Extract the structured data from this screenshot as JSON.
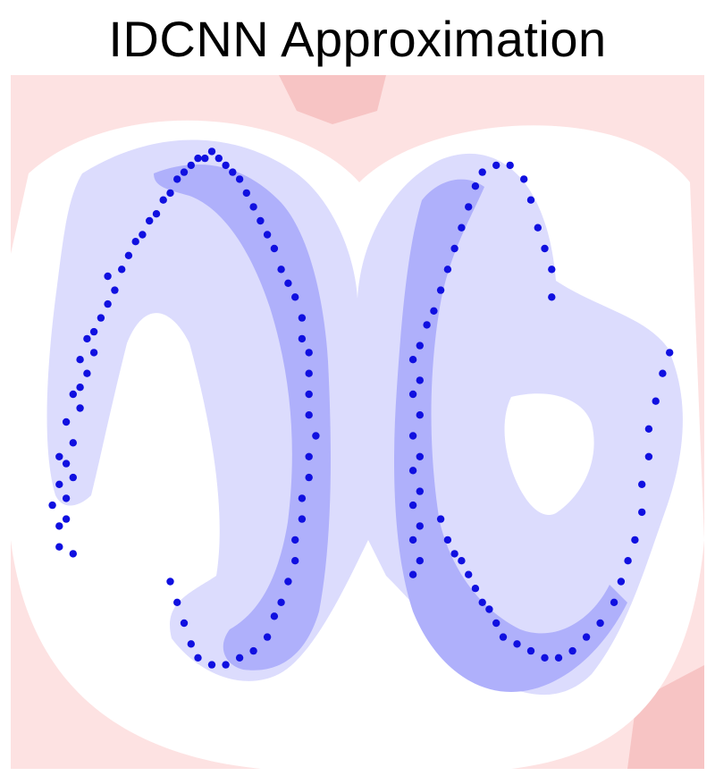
{
  "chart_data": {
    "type": "scatter",
    "title": "IDCNN Approximation",
    "xlabel": "",
    "ylabel": "",
    "grid": false,
    "legend": "none",
    "colors": {
      "points": "#1010e0",
      "fill_positive_inner": "#afb0fb",
      "fill_positive_outer": "#dcdcfd",
      "fill_negative_outer": "#fde2e2",
      "fill_negative_inner": "#f7c4c4",
      "background": "#ffffff"
    },
    "series": [
      {
        "values_note": "",
        "points": [
          [
            0.07,
            0.32
          ],
          [
            0.09,
            0.31
          ],
          [
            0.07,
            0.35
          ],
          [
            0.08,
            0.36
          ],
          [
            0.06,
            0.38
          ],
          [
            0.08,
            0.39
          ],
          [
            0.07,
            0.41
          ],
          [
            0.09,
            0.42
          ],
          [
            0.08,
            0.44
          ],
          [
            0.07,
            0.45
          ],
          [
            0.09,
            0.47
          ],
          [
            0.08,
            0.5
          ],
          [
            0.1,
            0.52
          ],
          [
            0.09,
            0.54
          ],
          [
            0.1,
            0.55
          ],
          [
            0.11,
            0.57
          ],
          [
            0.1,
            0.59
          ],
          [
            0.12,
            0.6
          ],
          [
            0.11,
            0.62
          ],
          [
            0.12,
            0.63
          ],
          [
            0.13,
            0.65
          ],
          [
            0.14,
            0.67
          ],
          [
            0.15,
            0.69
          ],
          [
            0.14,
            0.71
          ],
          [
            0.16,
            0.72
          ],
          [
            0.17,
            0.74
          ],
          [
            0.18,
            0.76
          ],
          [
            0.19,
            0.77
          ],
          [
            0.2,
            0.79
          ],
          [
            0.21,
            0.8
          ],
          [
            0.22,
            0.82
          ],
          [
            0.23,
            0.83
          ],
          [
            0.24,
            0.85
          ],
          [
            0.25,
            0.86
          ],
          [
            0.26,
            0.87
          ],
          [
            0.27,
            0.88
          ],
          [
            0.28,
            0.88
          ],
          [
            0.29,
            0.89
          ],
          [
            0.3,
            0.88
          ],
          [
            0.31,
            0.87
          ],
          [
            0.32,
            0.86
          ],
          [
            0.33,
            0.85
          ],
          [
            0.34,
            0.83
          ],
          [
            0.35,
            0.81
          ],
          [
            0.36,
            0.79
          ],
          [
            0.37,
            0.77
          ],
          [
            0.38,
            0.75
          ],
          [
            0.39,
            0.72
          ],
          [
            0.4,
            0.7
          ],
          [
            0.41,
            0.68
          ],
          [
            0.42,
            0.65
          ],
          [
            0.42,
            0.62
          ],
          [
            0.43,
            0.6
          ],
          [
            0.43,
            0.57
          ],
          [
            0.43,
            0.54
          ],
          [
            0.43,
            0.51
          ],
          [
            0.44,
            0.48
          ],
          [
            0.43,
            0.45
          ],
          [
            0.43,
            0.42
          ],
          [
            0.42,
            0.39
          ],
          [
            0.42,
            0.36
          ],
          [
            0.41,
            0.33
          ],
          [
            0.41,
            0.3
          ],
          [
            0.4,
            0.27
          ],
          [
            0.39,
            0.24
          ],
          [
            0.38,
            0.22
          ],
          [
            0.37,
            0.19
          ],
          [
            0.35,
            0.17
          ],
          [
            0.33,
            0.16
          ],
          [
            0.31,
            0.15
          ],
          [
            0.29,
            0.15
          ],
          [
            0.27,
            0.16
          ],
          [
            0.26,
            0.18
          ],
          [
            0.25,
            0.21
          ],
          [
            0.24,
            0.24
          ],
          [
            0.23,
            0.27
          ],
          [
            0.58,
            0.28
          ],
          [
            0.59,
            0.3
          ],
          [
            0.58,
            0.33
          ],
          [
            0.59,
            0.35
          ],
          [
            0.58,
            0.38
          ],
          [
            0.59,
            0.4
          ],
          [
            0.58,
            0.43
          ],
          [
            0.59,
            0.45
          ],
          [
            0.58,
            0.48
          ],
          [
            0.59,
            0.51
          ],
          [
            0.58,
            0.54
          ],
          [
            0.59,
            0.56
          ],
          [
            0.58,
            0.59
          ],
          [
            0.59,
            0.61
          ],
          [
            0.6,
            0.64
          ],
          [
            0.61,
            0.66
          ],
          [
            0.62,
            0.69
          ],
          [
            0.63,
            0.72
          ],
          [
            0.64,
            0.75
          ],
          [
            0.65,
            0.78
          ],
          [
            0.66,
            0.81
          ],
          [
            0.67,
            0.84
          ],
          [
            0.68,
            0.86
          ],
          [
            0.7,
            0.87
          ],
          [
            0.72,
            0.87
          ],
          [
            0.74,
            0.85
          ],
          [
            0.75,
            0.82
          ],
          [
            0.76,
            0.78
          ],
          [
            0.77,
            0.75
          ],
          [
            0.78,
            0.72
          ],
          [
            0.78,
            0.68
          ],
          [
            0.62,
            0.36
          ],
          [
            0.63,
            0.33
          ],
          [
            0.64,
            0.31
          ],
          [
            0.65,
            0.3
          ],
          [
            0.66,
            0.28
          ],
          [
            0.67,
            0.26
          ],
          [
            0.68,
            0.24
          ],
          [
            0.69,
            0.23
          ],
          [
            0.7,
            0.21
          ],
          [
            0.71,
            0.19
          ],
          [
            0.73,
            0.18
          ],
          [
            0.75,
            0.17
          ],
          [
            0.77,
            0.16
          ],
          [
            0.79,
            0.16
          ],
          [
            0.81,
            0.17
          ],
          [
            0.83,
            0.19
          ],
          [
            0.85,
            0.21
          ],
          [
            0.87,
            0.24
          ],
          [
            0.88,
            0.27
          ],
          [
            0.89,
            0.3
          ],
          [
            0.9,
            0.33
          ],
          [
            0.91,
            0.37
          ],
          [
            0.91,
            0.41
          ],
          [
            0.92,
            0.45
          ],
          [
            0.92,
            0.49
          ],
          [
            0.93,
            0.53
          ],
          [
            0.94,
            0.57
          ],
          [
            0.95,
            0.6
          ]
        ]
      }
    ]
  }
}
